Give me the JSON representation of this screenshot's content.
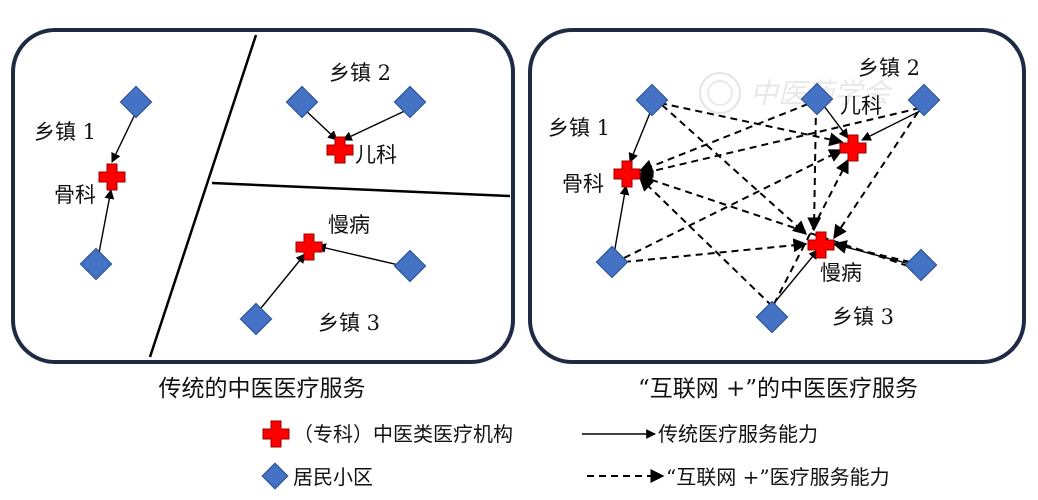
{
  "panels": {
    "traditional": {
      "caption": "传统的中医医疗服务",
      "towns": {
        "t1": "乡镇 1",
        "t2": "乡镇 2",
        "t3": "乡镇 3"
      },
      "specialties": {
        "bone": "骨科",
        "child": "儿科",
        "chronic": "慢病"
      }
    },
    "internet": {
      "caption": "“互联网 +”的中医医疗服务",
      "towns": {
        "t1": "乡镇 1",
        "t2": "乡镇 2",
        "t3": "乡镇 3"
      },
      "specialties": {
        "bone": "骨科",
        "child": "儿科",
        "chronic": "慢病"
      }
    }
  },
  "legend": {
    "institution": "（专科）中医类医疗机构",
    "community": "居民小区",
    "traditional_capacity": "传统医疗服务能力",
    "internet_capacity": "“互联网 +”医疗服务能力"
  },
  "watermark": {
    "text": "中医药学会"
  },
  "colors": {
    "frame": "#1f2a44",
    "diamond": "#4472c4",
    "diamond_stroke": "#2f5597",
    "cross": "#ff0000",
    "cross_stroke": "#990000",
    "line": "#000000"
  },
  "icons": {
    "institution": "red-cross-icon",
    "community": "blue-diamond-icon",
    "solid_arrow": "solid-arrow-icon",
    "dashed_arrow": "dashed-arrow-icon"
  }
}
